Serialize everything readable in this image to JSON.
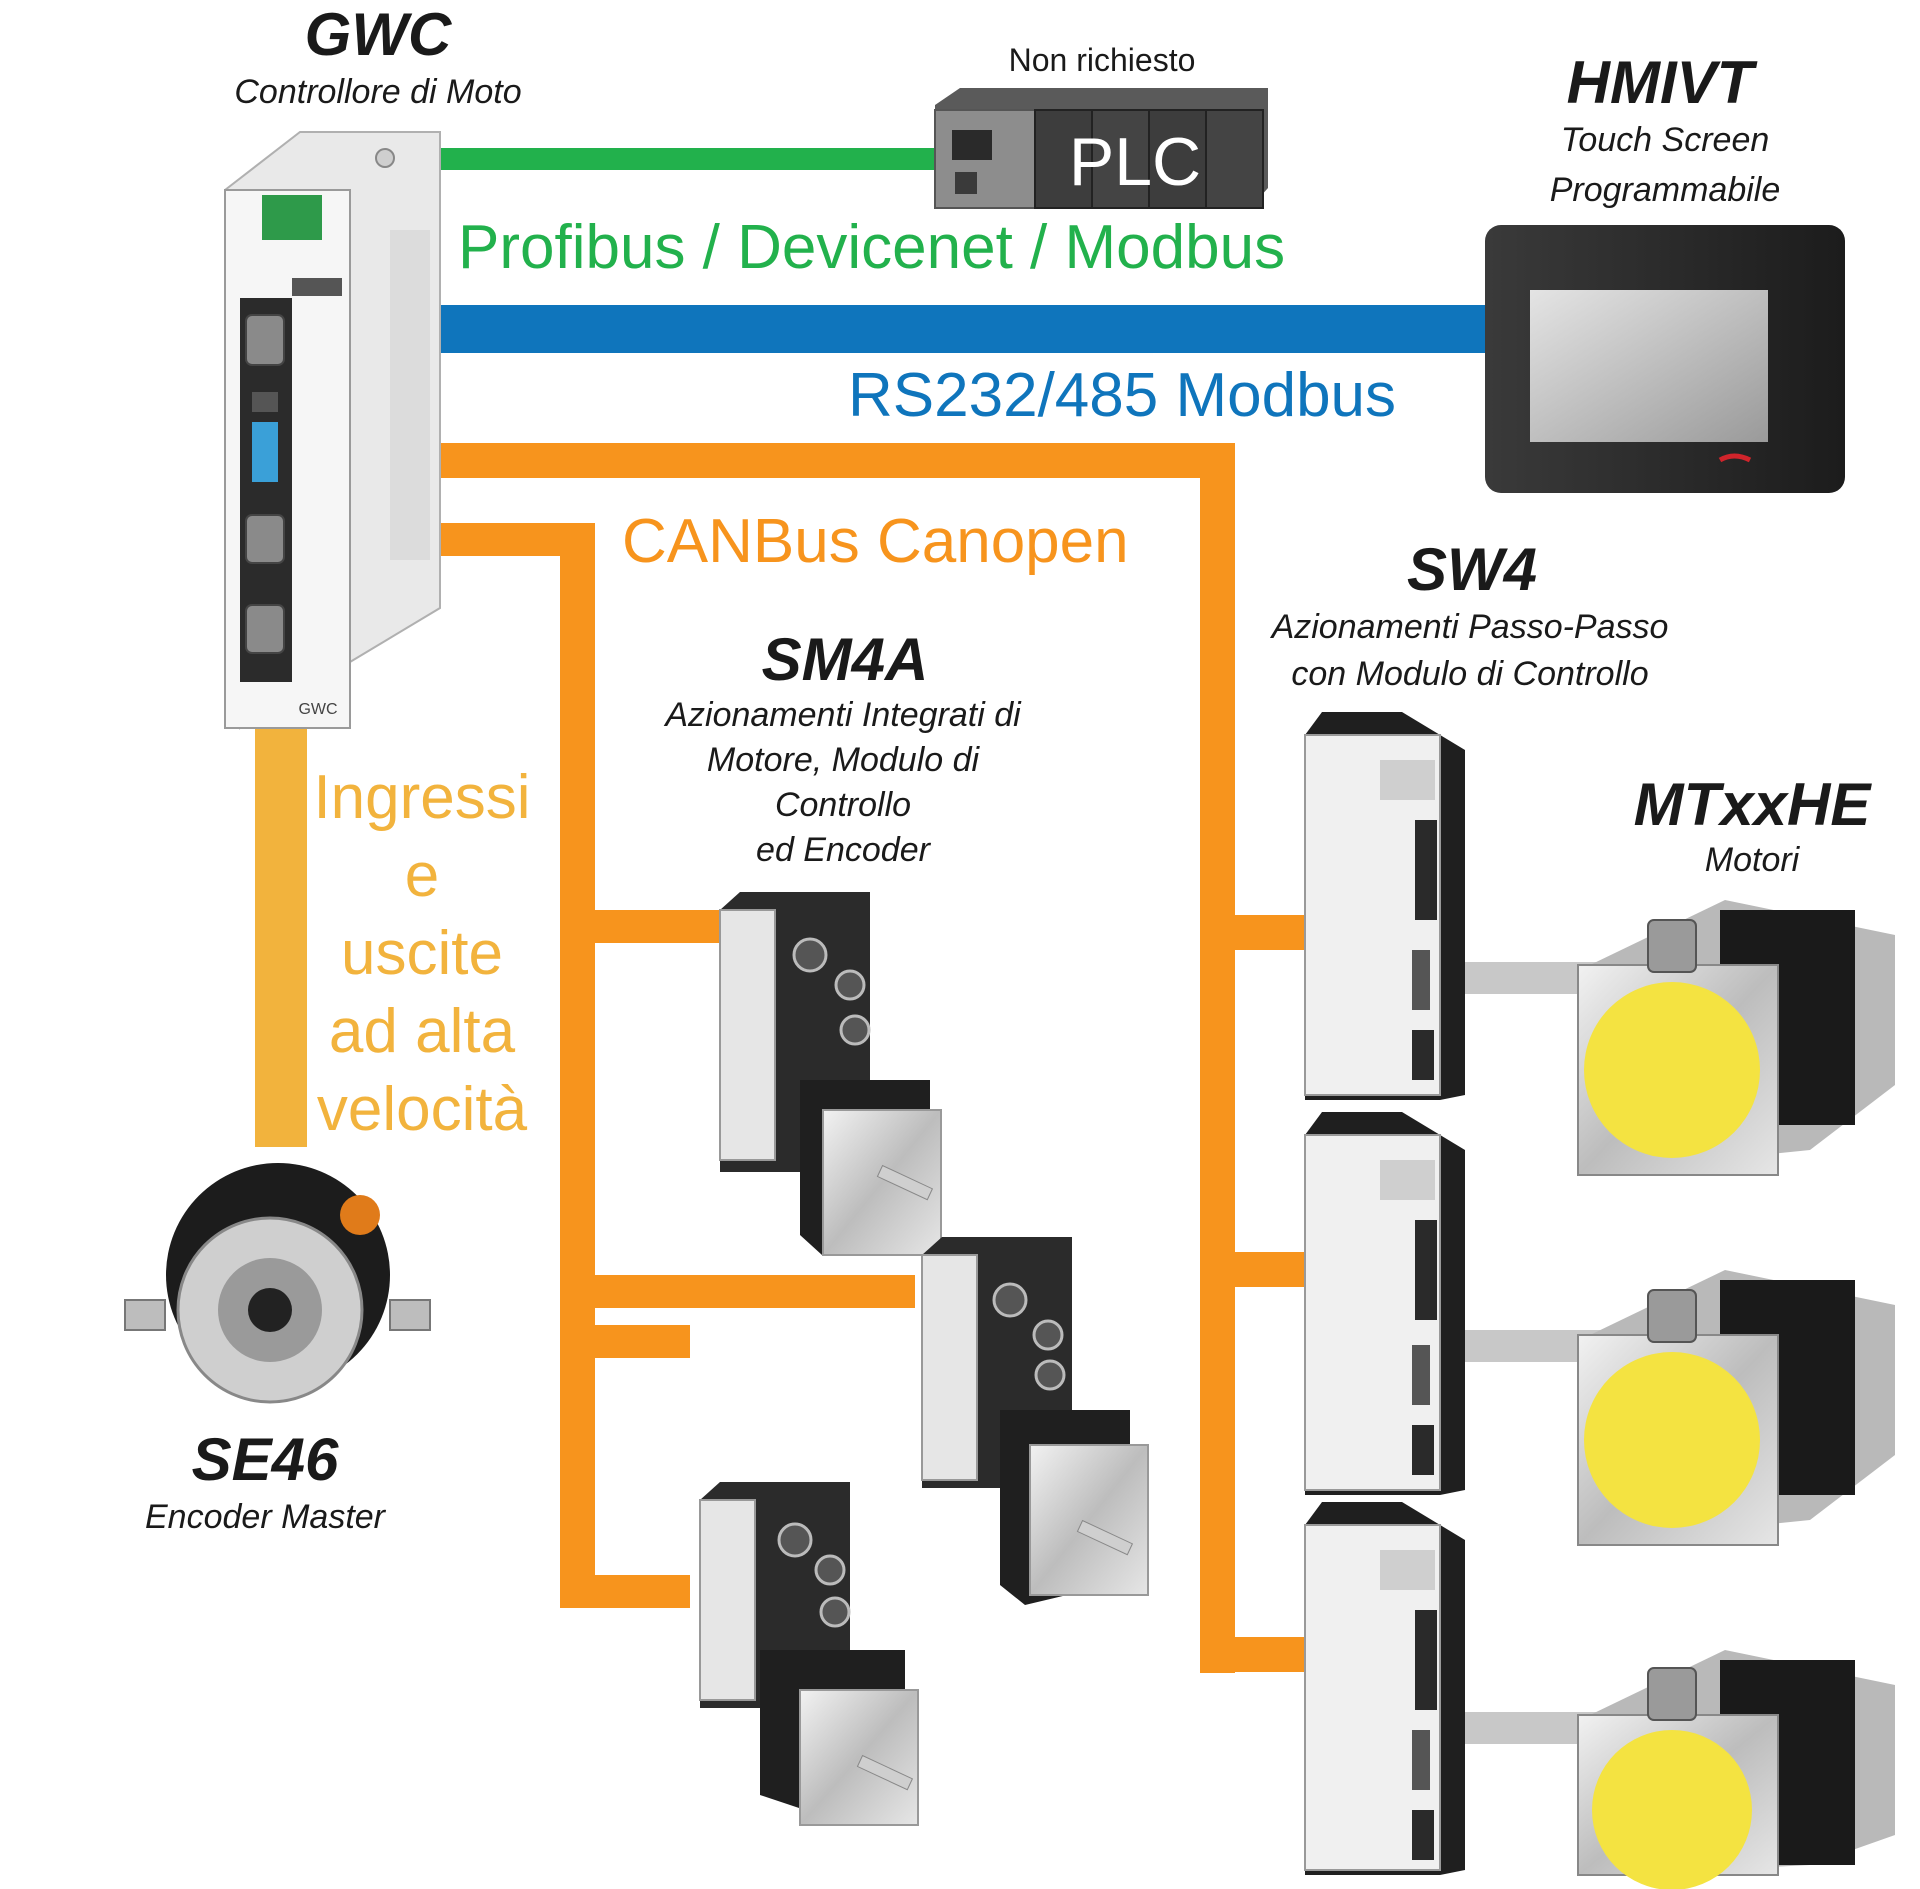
{
  "colors": {
    "profibus": "#22b14c",
    "rs232": "#0f75bc",
    "canbus": "#f7941d",
    "io": "#f2b33d",
    "motor_link": "#c8c8c8",
    "text_dark": "#1a1a1a"
  },
  "gwc": {
    "title": "GWC",
    "subtitle": "Controllore di Moto",
    "label": "GWC"
  },
  "plc": {
    "note": "Non richiesto",
    "label": "PLC"
  },
  "hmi": {
    "title": "HMIVT",
    "subtitle_line1": "Touch Screen",
    "subtitle_line2": "Programmabile"
  },
  "buses": {
    "profibus": "Profibus / Devicenet / Modbus",
    "rs232": "RS232/485 Modbus",
    "canbus": "CANBus Canopen"
  },
  "io": {
    "line1": "Ingressi",
    "line2": "e",
    "line3": "uscite",
    "line4": "ad alta",
    "line5": "velocità"
  },
  "sm4a": {
    "title": "SM4A",
    "line1": "Azionamenti Integrati di",
    "line2": "Motore, Modulo di",
    "line3": "Controllo",
    "line4": "ed Encoder"
  },
  "sw4": {
    "title": "SW4",
    "line1": "Azionamenti Passo-Passo",
    "line2": "con Modulo di Controllo"
  },
  "mtxxhe": {
    "title": "MTxxHE",
    "subtitle": "Motori"
  },
  "se46": {
    "title": "SE46",
    "subtitle": "Encoder Master"
  },
  "icons": {
    "gwc": "controller-device-icon",
    "plc": "plc-module-icon",
    "hmi": "touch-screen-icon",
    "sm4a": "integrated-motor-icon",
    "sw4": "stepper-drive-icon",
    "motor": "stepper-motor-icon",
    "encoder": "rotary-encoder-icon"
  }
}
